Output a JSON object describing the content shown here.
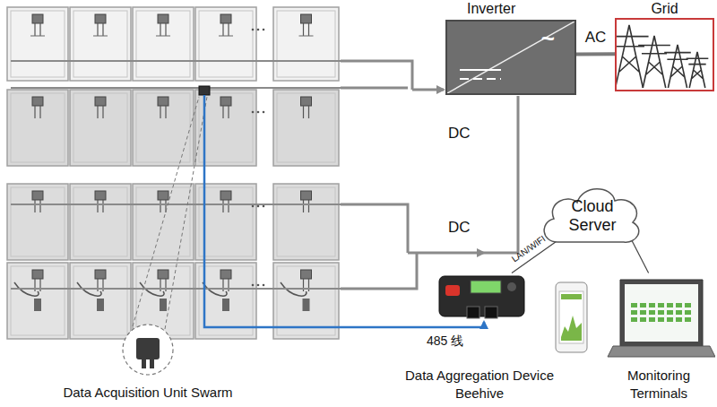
{
  "diagram": {
    "nodes": [
      {
        "text": [
          "Inverter",
          "~"
        ]
      },
      {
        "text": [
          "Grid"
        ]
      },
      {
        "text": [
          "Cloud Server"
        ]
      },
      {
        "text": [
          "Data Aggregation Device Beehive"
        ]
      },
      {
        "text": [
          "Data Acquisition Unit Swarm"
        ]
      },
      {
        "text": [
          "Monitoring Terminals"
        ]
      }
    ],
    "edges": [
      {
        "from": 0,
        "to": 1,
        "label": "AC",
        "arrow": "none"
      },
      {
        "from": 3,
        "to": 2,
        "label": "LAN/WIFI",
        "arrow": "none"
      },
      {
        "from": 2,
        "to": 5,
        "arrow": "none"
      }
    ],
    "labels": [
      "DC",
      "DC",
      "485 线"
    ]
  }
}
